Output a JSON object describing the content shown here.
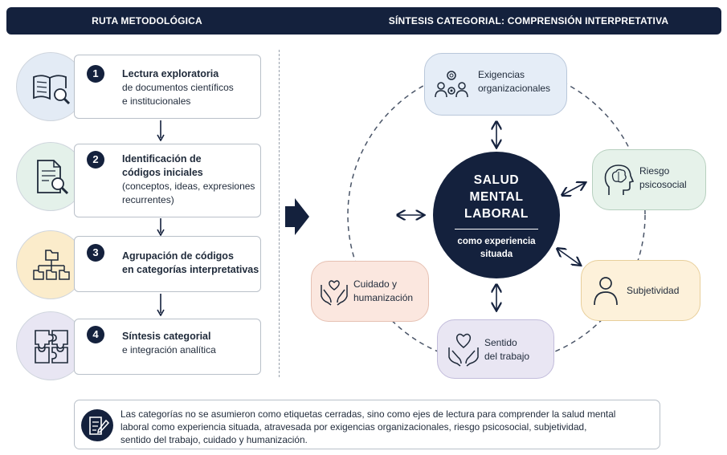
{
  "header": {
    "left_title": "RUTA METODOLÓGICA",
    "right_title": "SÍNTESIS CATEGORIAL: COMPRENSIÓN INTERPRETATIVA"
  },
  "steps": [
    {
      "number": "1",
      "title": "Lectura exploratoria",
      "lines": [
        "de documentos científicos",
        "e institucionales"
      ],
      "icon": "open-book-magnifier-icon",
      "color": "#e3ebf5"
    },
    {
      "number": "2",
      "title_lines": [
        "Identificación de",
        "códigos iniciales"
      ],
      "lines": [
        "(conceptos, ideas, expresiones",
        "recurrentes)"
      ],
      "icon": "document-magnifier-icon",
      "color": "#e4f1ea"
    },
    {
      "number": "3",
      "title_lines": [
        "Agrupación de códigos",
        "en categorías interpretativas"
      ],
      "icon": "folder-hierarchy-icon",
      "color": "#fbeccb"
    },
    {
      "number": "4",
      "title": "Síntesis categorial",
      "lines": [
        "e integración analítica"
      ],
      "icon": "puzzle-icon",
      "color": "#e8e6f3"
    }
  ],
  "center": {
    "title_lines": [
      "SALUD",
      "MENTAL",
      "LABORAL"
    ],
    "subtitle_lines": [
      "como experiencia",
      "situada"
    ],
    "color": "#14213d"
  },
  "categories": [
    {
      "lines": [
        "Exigencias",
        "organizacionales"
      ],
      "icon": "people-gears-icon",
      "color": "#e5edf7"
    },
    {
      "lines": [
        "Riesgo",
        "psicosocial"
      ],
      "icon": "head-brain-icon",
      "color": "#e6f2ea"
    },
    {
      "lines": [
        "Subjetividad"
      ],
      "icon": "person-icon",
      "color": "#fdf1da"
    },
    {
      "lines": [
        "Sentido",
        "del trabajo"
      ],
      "icon": "heart-hands-icon",
      "color": "#e9e6f3"
    },
    {
      "lines": [
        "Cuidado y",
        "humanización"
      ],
      "icon": "caring-hands-icon",
      "color": "#fbe7df"
    }
  ],
  "note": {
    "icon": "notepad-pen-icon",
    "lines": [
      "Las categorías no se asumieron como etiquetas cerradas, sino como ejes de lectura para comprender la salud mental",
      "laboral como experiencia situada, atravesada por exigencias organizacionales, riesgo psicosocial, subjetividad,",
      "sentido del trabajo, cuidado y humanización."
    ]
  }
}
